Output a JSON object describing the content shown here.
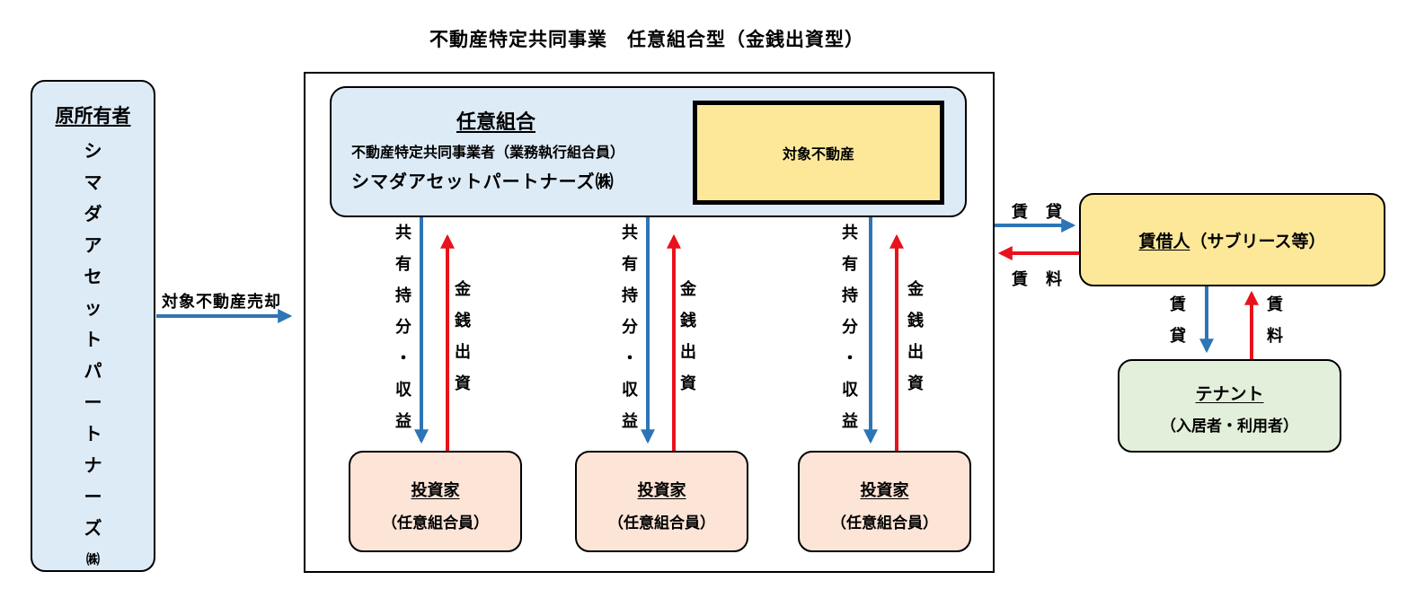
{
  "title": "不動産特定共同事業　任意組合型（金銭出資型）",
  "original_owner": {
    "title": "原所有者",
    "name_chars": [
      "シ",
      "マ",
      "ダ",
      "ア",
      "セ",
      "ッ",
      "ト",
      "パ",
      "ー",
      "ト",
      "ナ",
      "ー",
      "ズ",
      "㈱"
    ]
  },
  "sale_label": "対象不動産売却",
  "union": {
    "title": "任意組合",
    "operator_role": "不動産特定共同事業者（業務執行組合員）",
    "operator_name": "シマダアセットパートナーズ㈱",
    "property_label": "対象不動産"
  },
  "flows": {
    "down_chars": [
      "共",
      "有",
      "持",
      "分",
      "・",
      "収",
      "益"
    ],
    "up_chars": [
      "金",
      "銭",
      "出",
      "資"
    ]
  },
  "investors": [
    {
      "title": "投資家",
      "subtitle": "（任意組合員）"
    },
    {
      "title": "投資家",
      "subtitle": "（任意組合員）"
    },
    {
      "title": "投資家",
      "subtitle": "（任意組合員）"
    }
  ],
  "lease": {
    "lease_label": "賃　貸",
    "rent_label": "賃　料",
    "lessee_title": "賃借人",
    "lessee_suffix": "（サブリース等）",
    "sublease_chars": [
      "賃",
      "貸"
    ],
    "subrent_chars": [
      "賃",
      "料"
    ]
  },
  "tenant": {
    "title": "テナント",
    "subtitle": "（入居者・利用者）"
  },
  "colors": {
    "blue_arrow": "#2e75b6",
    "red_arrow": "#e8121b",
    "light_blue": "#ddebf7",
    "yellow": "#fde89a",
    "peach": "#fce4d6",
    "green": "#e2efda"
  }
}
